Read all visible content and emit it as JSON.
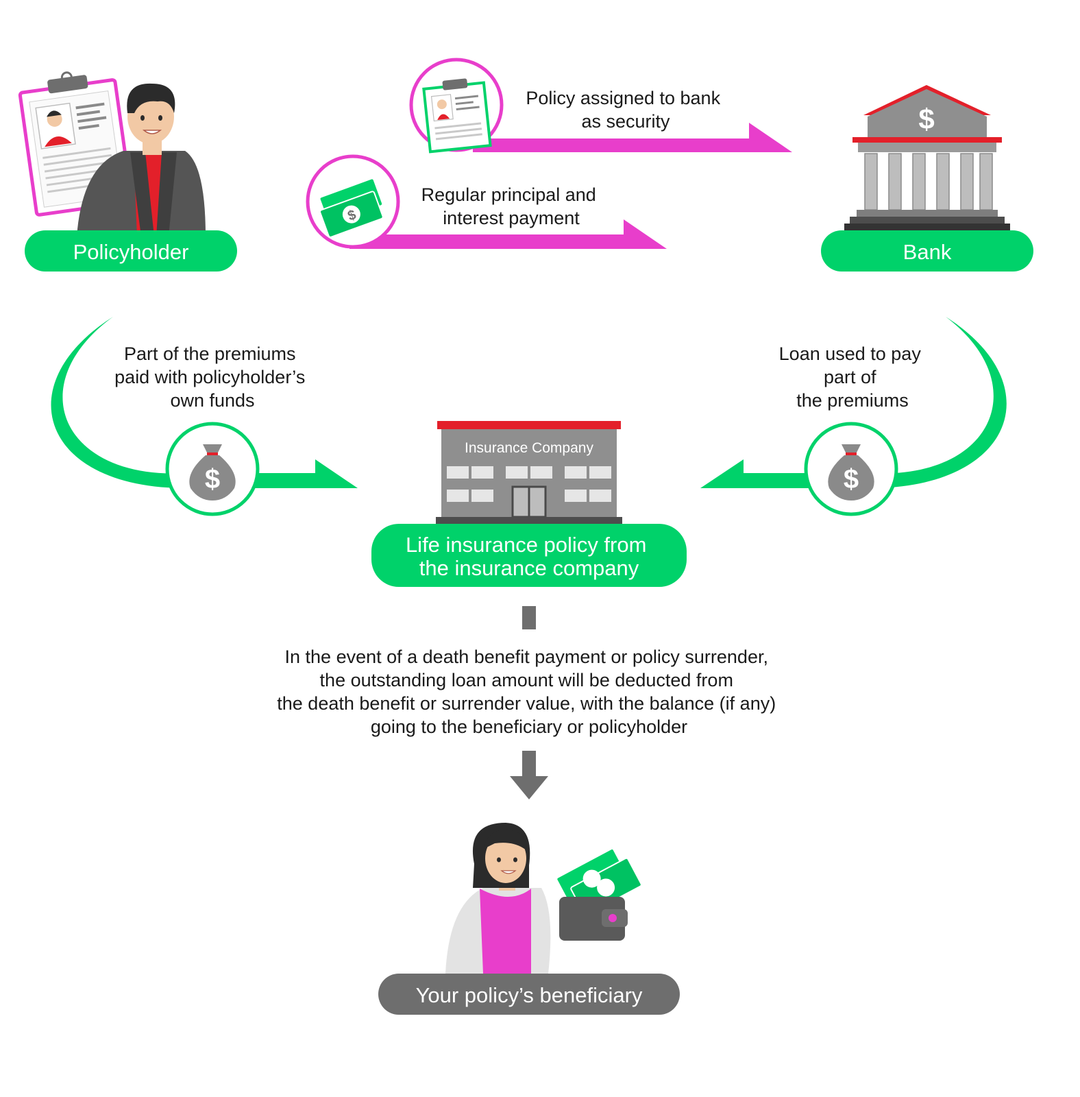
{
  "nodes": {
    "policyholder": "Policyholder",
    "bank": "Bank",
    "insurer": [
      "Life insurance policy from",
      "the insurance company"
    ],
    "building_sign": "Insurance Company",
    "beneficiary": "Your policy’s beneficiary"
  },
  "flows": {
    "assignment": [
      "Policy assigned to bank",
      "as security"
    ],
    "repayment": [
      "Regular principal and",
      "interest payment"
    ],
    "own_funds": [
      "Part of the premiums",
      "paid with policyholder’s",
      "own funds"
    ],
    "loan": [
      "Loan used to pay",
      "part of",
      "the premiums"
    ]
  },
  "outcome": [
    "In the event of a death benefit payment or policy surrender,",
    "the outstanding loan amount will be deducted from",
    "the death benefit or surrender value, with the balance (if any)",
    "going to the beneficiary or policyholder"
  ],
  "icons": {
    "money_bag_symbol": "$",
    "bank_symbol": "$",
    "cash_symbol": "$"
  },
  "colors": {
    "green": "#00d26a",
    "magenta": "#e83ecb",
    "red": "#e3202a",
    "gray": "#6e6e6e"
  }
}
